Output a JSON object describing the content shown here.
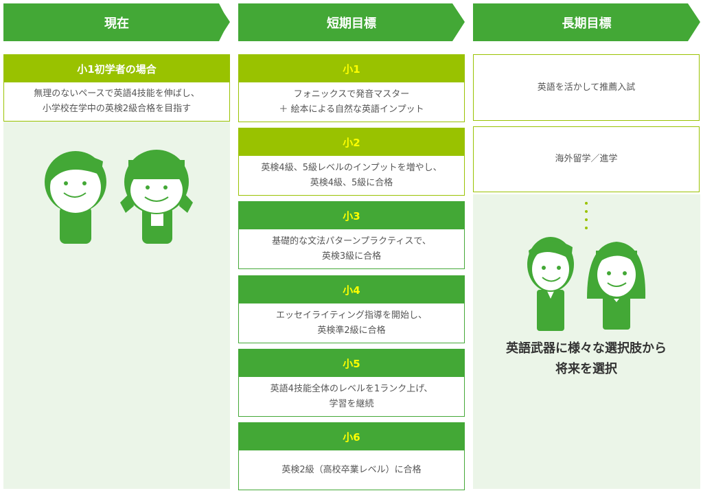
{
  "headers": [
    "現在",
    "短期目標",
    "長期目標"
  ],
  "current": {
    "title": "小1初学者の場合",
    "body": "無理のないペースで英語4技能を伸ばし、\n小学校在学中の英検2級合格を目指す"
  },
  "short_term": [
    {
      "title": "小1",
      "body": "フォニックスで発音マスター\n＋ 絵本による自然な英語インプット"
    },
    {
      "title": "小2",
      "body": "英検4級、5級レベルのインプットを増やし、\n英検4級、5級に合格"
    },
    {
      "title": "小3",
      "body": "基礎的な文法パターンプラクティスで、\n英検3級に合格"
    },
    {
      "title": "小4",
      "body": "エッセイライティング指導を開始し、\n英検準2級に合格"
    },
    {
      "title": "小5",
      "body": "英語4技能全体のレベルを1ランク上げ、\n学習を継続"
    },
    {
      "title": "小6",
      "body": "英検2級（高校卒業レベル）に合格"
    }
  ],
  "long_term": {
    "goals": [
      "英語を活かして推薦入試",
      "海外留学／進学"
    ],
    "message": "英語武器に様々な選択肢から\n将来を選択"
  },
  "colors": {
    "green": "#43a836",
    "lime": "#99c200",
    "light": "#ebf5e8",
    "title_text": "#ffff00"
  }
}
